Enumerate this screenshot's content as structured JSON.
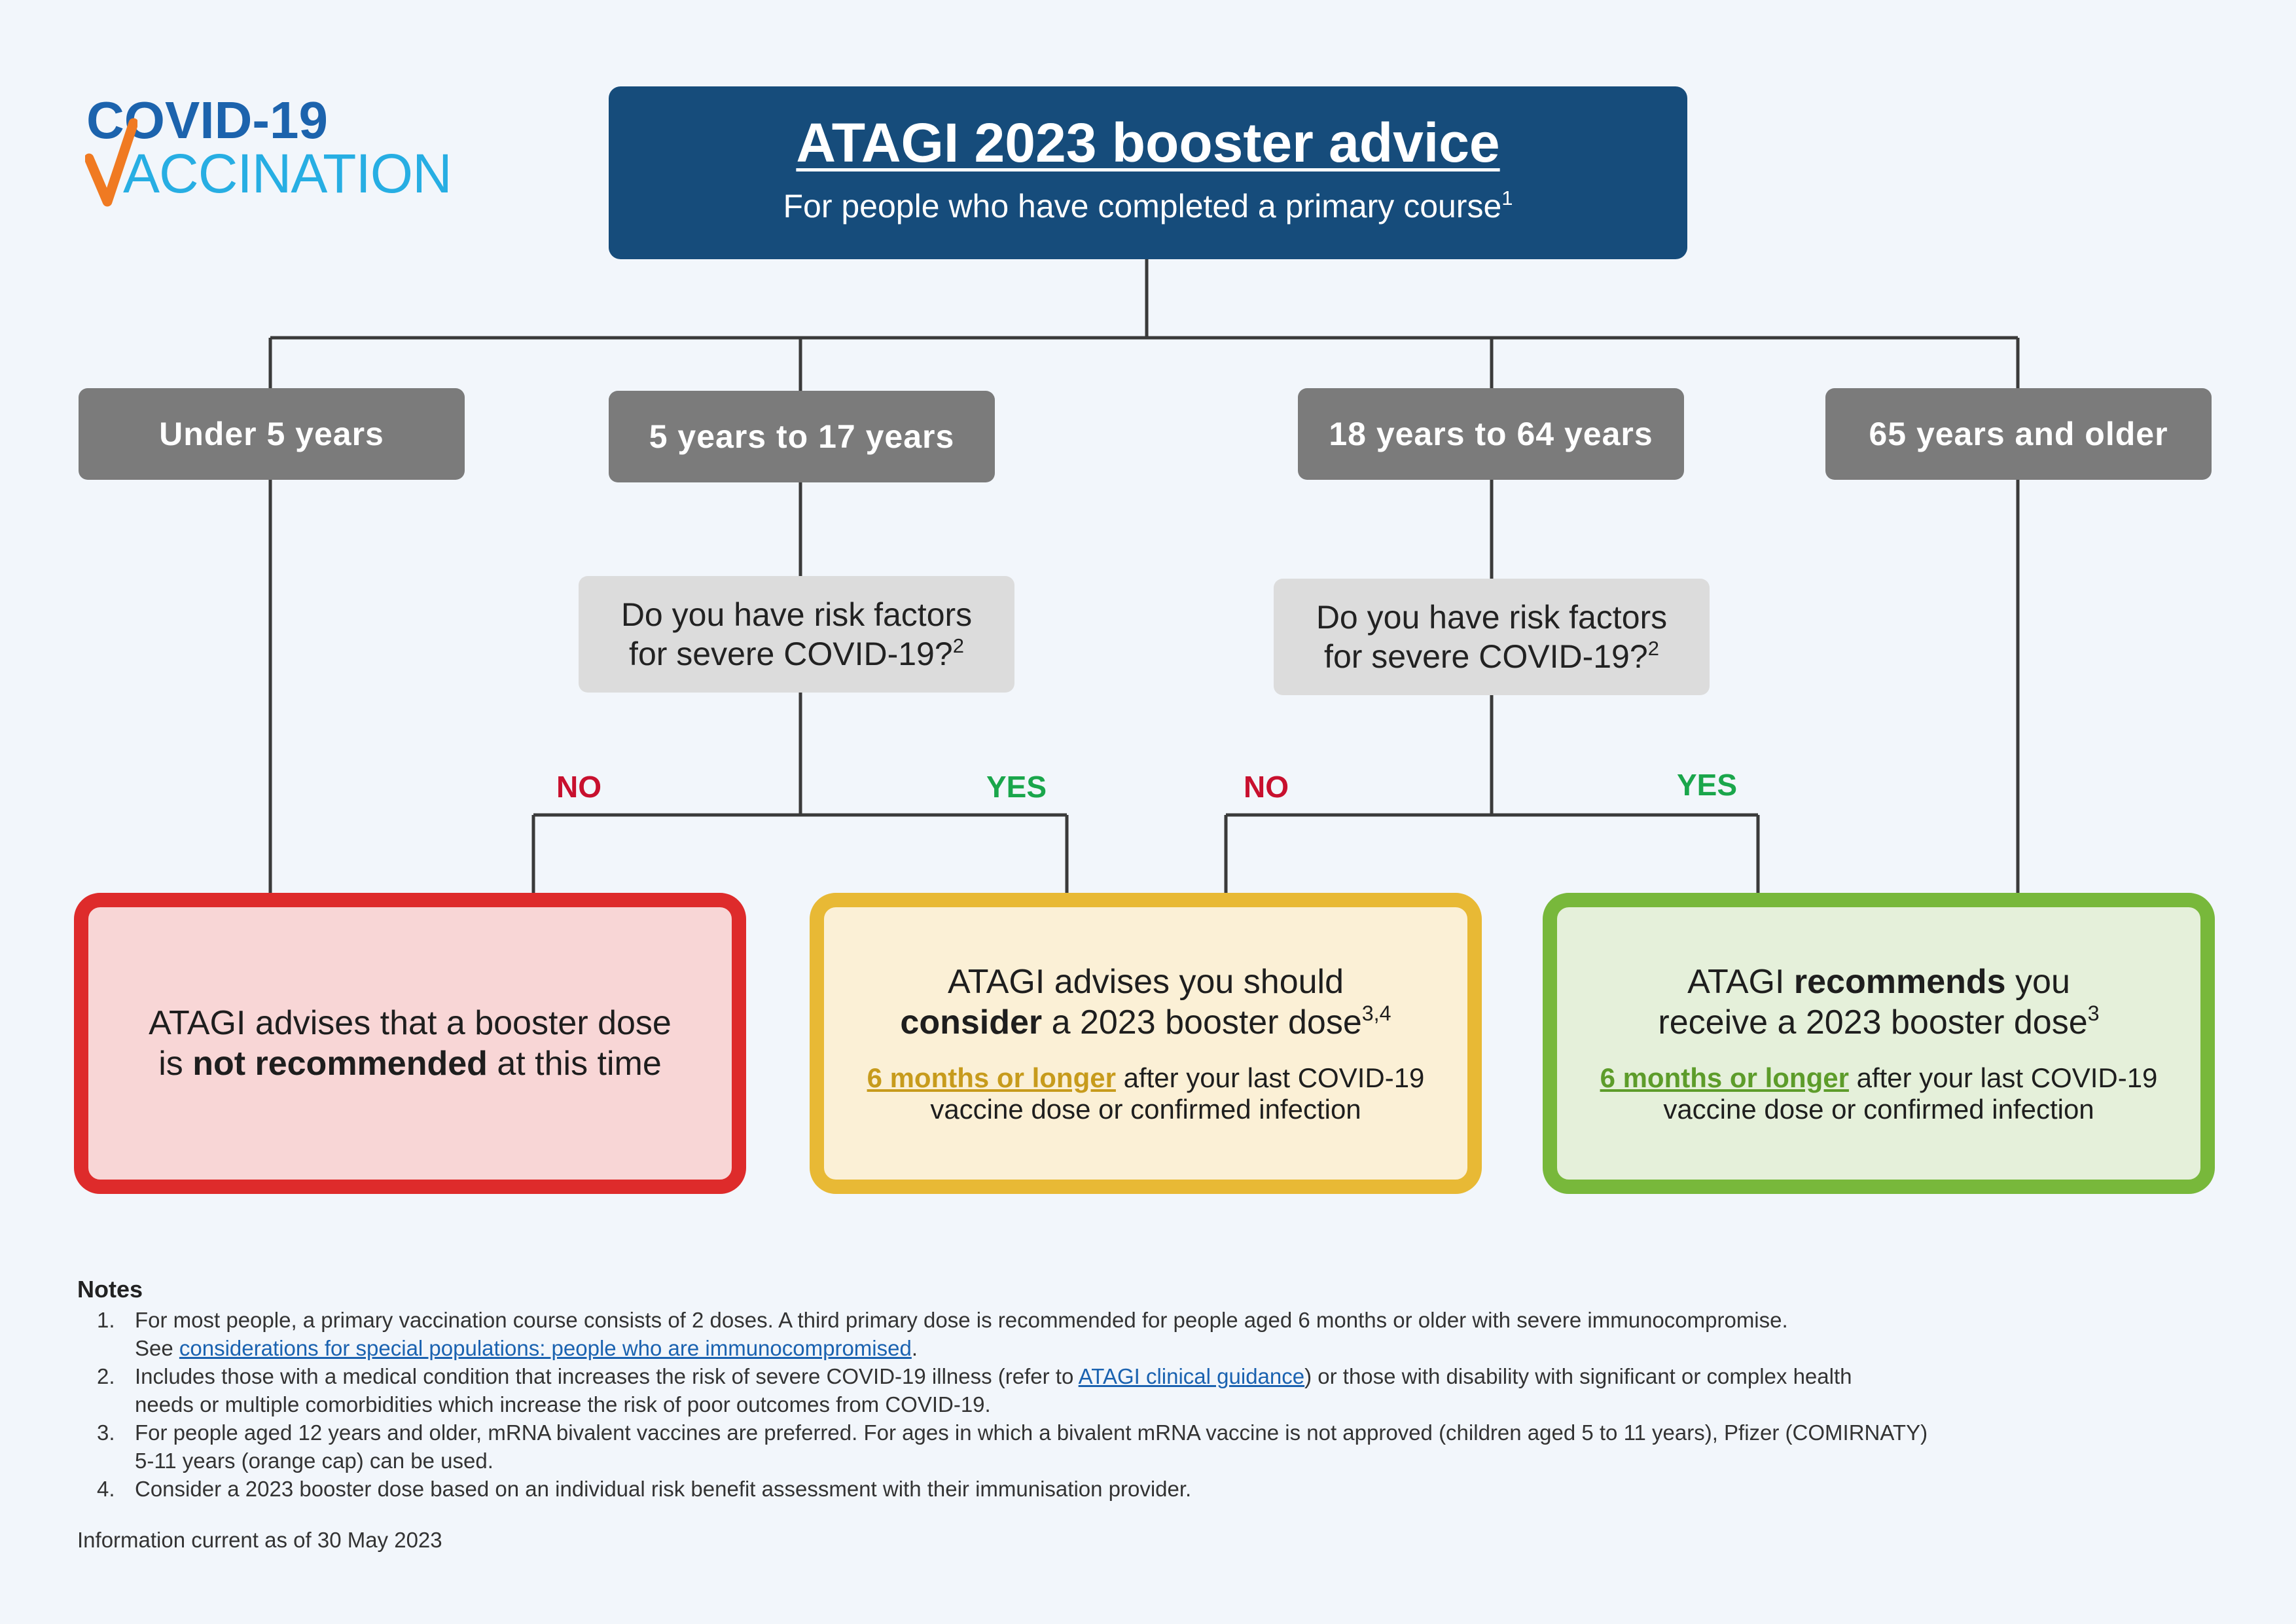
{
  "logo": {
    "line1": "COVID-19",
    "line2": "ACCINATION"
  },
  "header": {
    "title": "ATAGI 2023 booster advice",
    "subtitle": "For people who have completed a primary course",
    "subtitle_sup": "1"
  },
  "ages": [
    {
      "label": "Under 5 years"
    },
    {
      "label": "5 years to 17 years"
    },
    {
      "label": "18 years to 64 years"
    },
    {
      "label": "65 years and older"
    }
  ],
  "questions": [
    {
      "line1": "Do you have risk factors",
      "line2": "for severe COVID-19?",
      "sup": "2"
    },
    {
      "line1": "Do you have risk factors",
      "line2": "for severe COVID-19?",
      "sup": "2"
    }
  ],
  "branches": {
    "no": "NO",
    "yes": "YES"
  },
  "outcomes": {
    "not_recommended": {
      "line1": "ATAGI advises that a booster dose",
      "line2_pre": "is ",
      "line2_bold": "not recommended",
      "line2_post": " at this time"
    },
    "consider": {
      "line1": "ATAGI advises you should",
      "line2_bold": "consider",
      "line2_post": " a 2023 booster dose",
      "sup": "3,4",
      "link": "6 months or longer",
      "detail1": " after your last COVID-19",
      "detail2": "vaccine dose or confirmed infection"
    },
    "recommends": {
      "line1_pre": "ATAGI ",
      "line1_bold": "recommends",
      "line1_post": " you",
      "line2": "receive a 2023 booster dose",
      "sup": "3",
      "link": "6 months or longer",
      "detail1": " after your last COVID-19",
      "detail2": "vaccine dose or confirmed infection"
    }
  },
  "notes": {
    "title": "Notes",
    "items": [
      {
        "num": "1.",
        "text": "For most people, a primary vaccination course consists of 2 doses. A third primary dose is recommended for people aged 6 months or older with severe immunocompromise.",
        "text2_pre": "See ",
        "link": "considerations for special populations: people who are immunocompromised",
        "text2_post": "."
      },
      {
        "num": "2.",
        "text_pre": "Includes those with a medical condition that increases the risk of severe COVID-19 illness (refer to ",
        "link": "ATAGI clinical guidance",
        "text_post": ") or those with disability with significant or complex health",
        "text2": "needs or multiple comorbidities which increase the risk of poor outcomes from COVID-19."
      },
      {
        "num": "3.",
        "text": "For people aged 12 years and older, mRNA bivalent vaccines are preferred. For ages in which a  bivalent mRNA vaccine is not approved (children aged 5 to 11 years), Pfizer (COMIRNATY)",
        "text2": "5-11 years (orange cap) can be used."
      },
      {
        "num": "4.",
        "text": "Consider a 2023 booster dose based on an individual risk benefit assessment with their immunisation provider."
      }
    ]
  },
  "info_current": "Information current as of 30 May 2023",
  "colors": {
    "header_bg": "#164c7b",
    "age_bg": "#7b7b7b",
    "question_bg": "#dcdcdc",
    "no": "#c8102e",
    "yes": "#1aa64b",
    "red_border": "#de2b2b",
    "yellow_border": "#e8b935",
    "green_border": "#78b83b",
    "link": "#1a62b0"
  }
}
